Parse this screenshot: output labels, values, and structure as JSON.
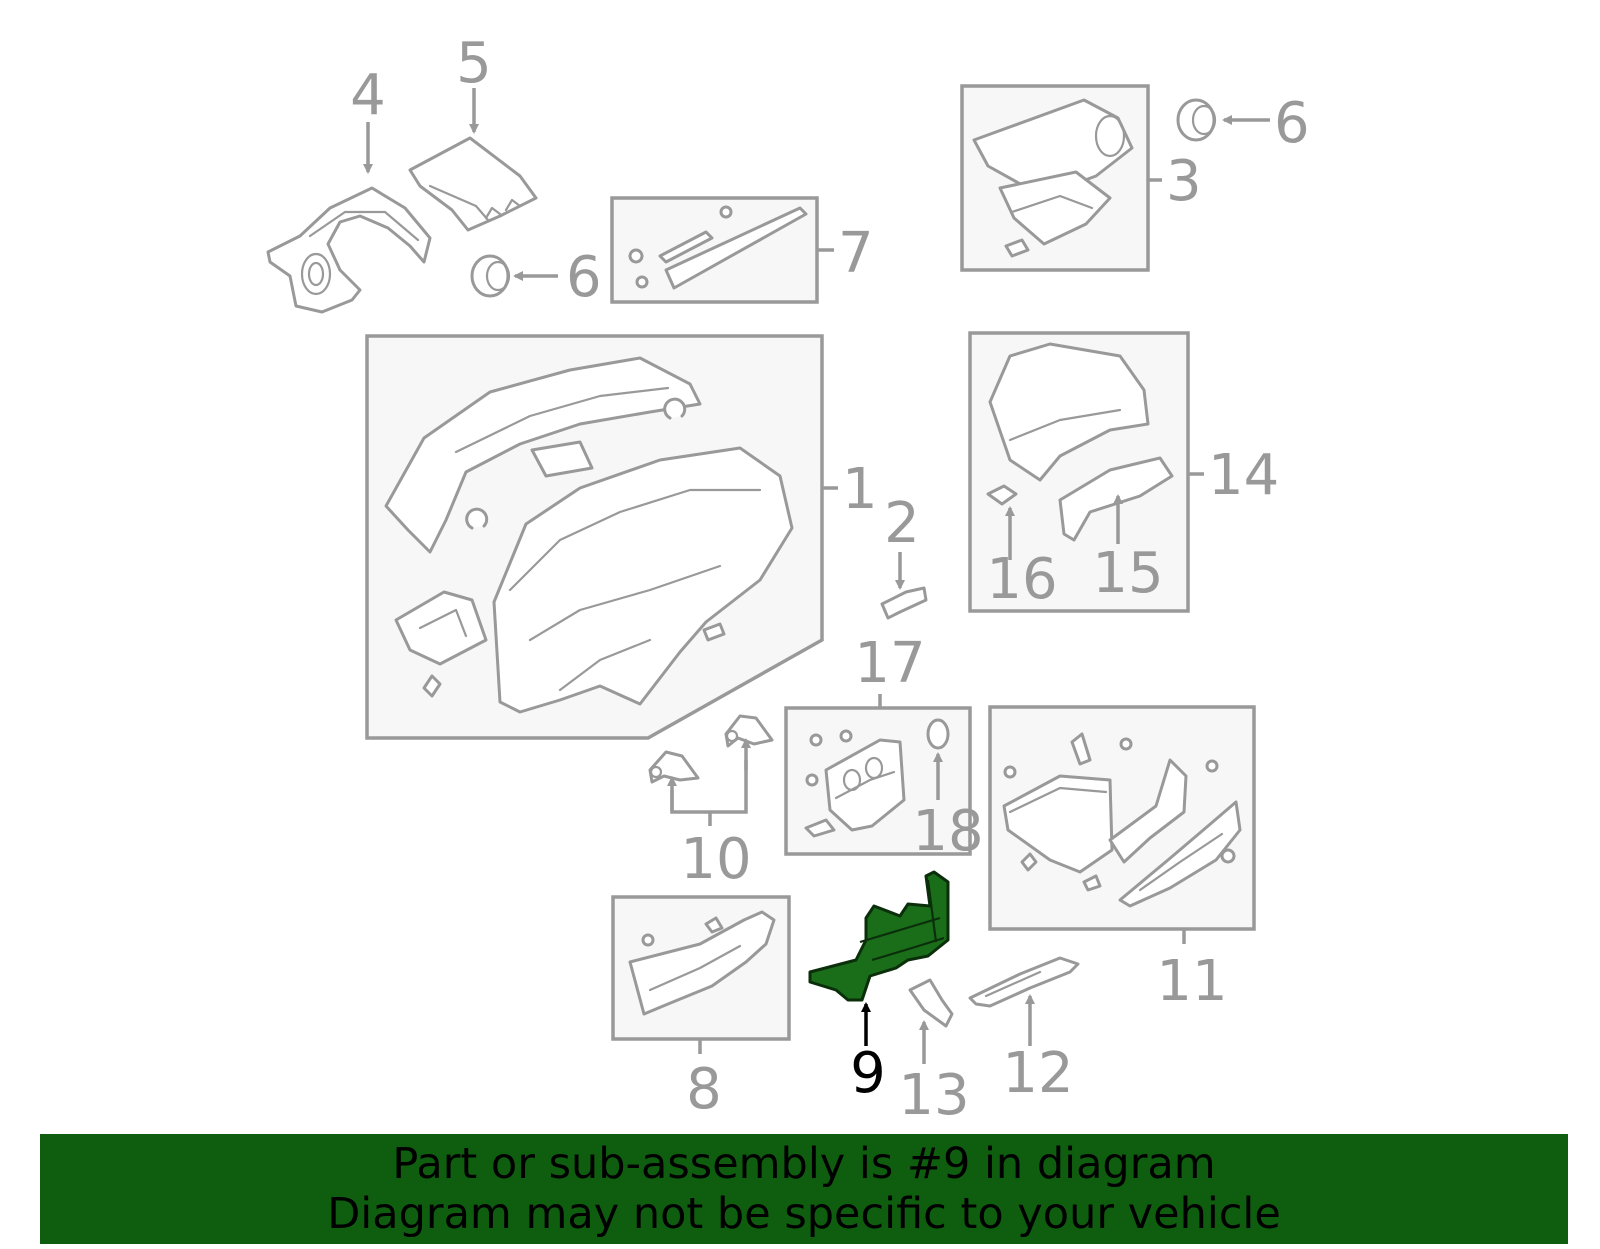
{
  "callouts": {
    "c1": "1",
    "c2": "2",
    "c3": "3",
    "c4": "4",
    "c5": "5",
    "c6a": "6",
    "c6b": "6",
    "c7": "7",
    "c8": "8",
    "c9": "9",
    "c10": "10",
    "c11": "11",
    "c12": "12",
    "c13": "13",
    "c14": "14",
    "c15": "15",
    "c16": "16",
    "c17": "17",
    "c18": "18"
  },
  "highlight": {
    "part": "9",
    "color": "#1a6e1a"
  },
  "banner": {
    "line1": "Part or sub-assembly is #9 in diagram",
    "line2": "Diagram may not be specific to your vehicle",
    "color": "#0f5e0f"
  }
}
